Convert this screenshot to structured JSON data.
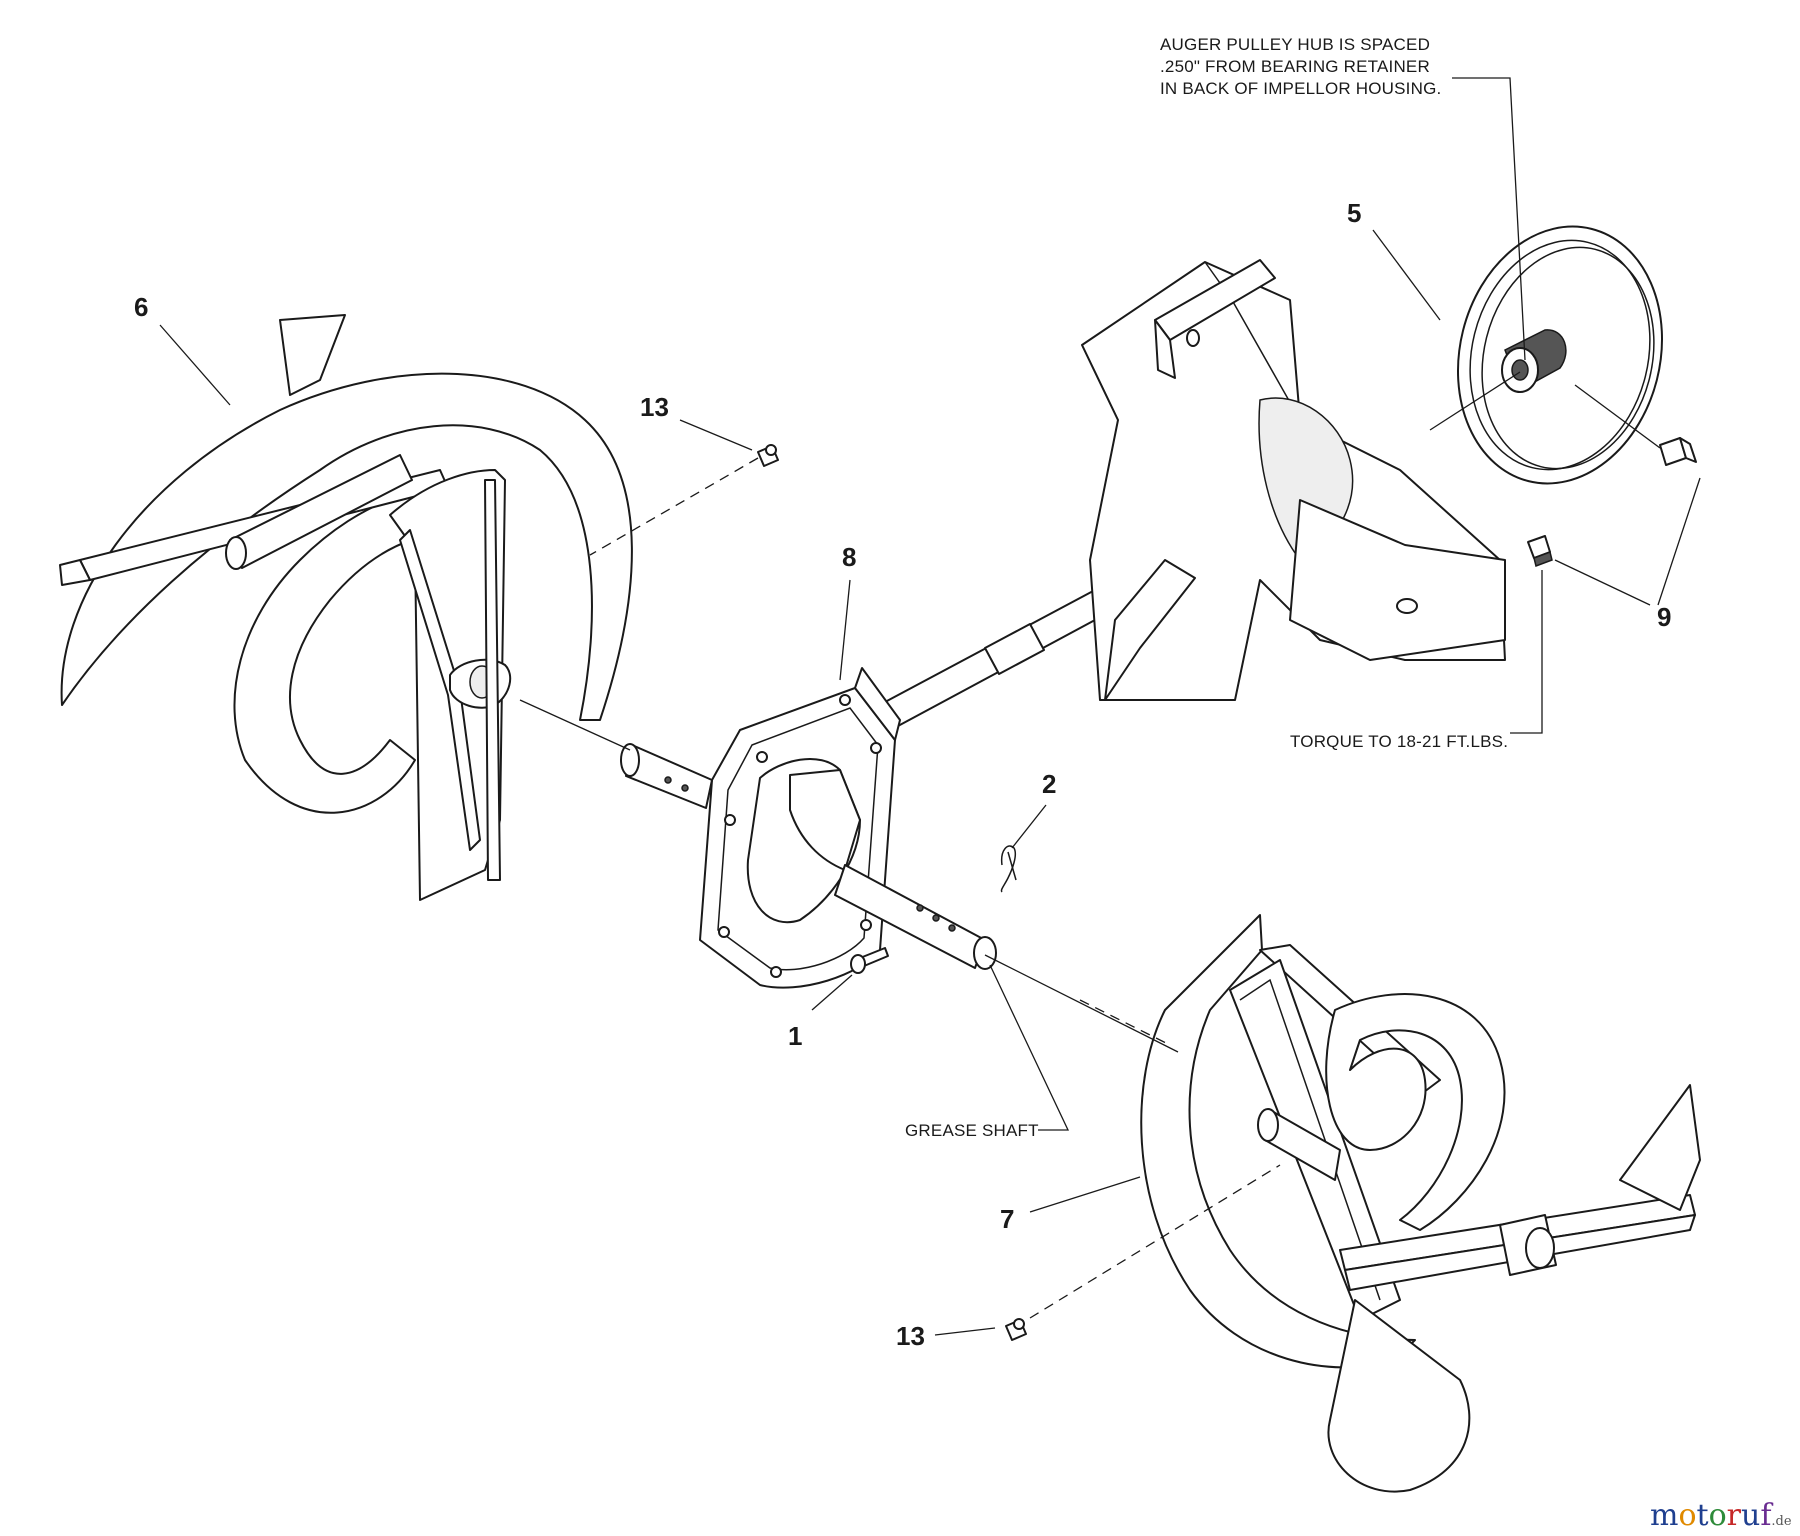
{
  "callouts": {
    "c1": "1",
    "c2": "2",
    "c5": "5",
    "c6": "6",
    "c7": "7",
    "c8": "8",
    "c9": "9",
    "c13a": "13",
    "c13b": "13"
  },
  "notes": {
    "pulley_line1": "AUGER PULLEY HUB IS SPACED",
    "pulley_line2": ".250\" FROM BEARING RETAINER",
    "pulley_line3": "IN BACK OF IMPELLOR HOUSING.",
    "torque": "TORQUE TO 18-21 FT.LBS.",
    "grease": "GREASE SHAFT"
  },
  "watermark": {
    "logo_letters": [
      "m",
      "o",
      "t",
      "o",
      "r",
      "u",
      "f"
    ],
    "logo_colors": [
      "#1f3f8f",
      "#e08a00",
      "#1f3f8f",
      "#2e8b3a",
      "#c62828",
      "#1f3f8f",
      "#6a2c91"
    ],
    "suffix": ".de"
  }
}
